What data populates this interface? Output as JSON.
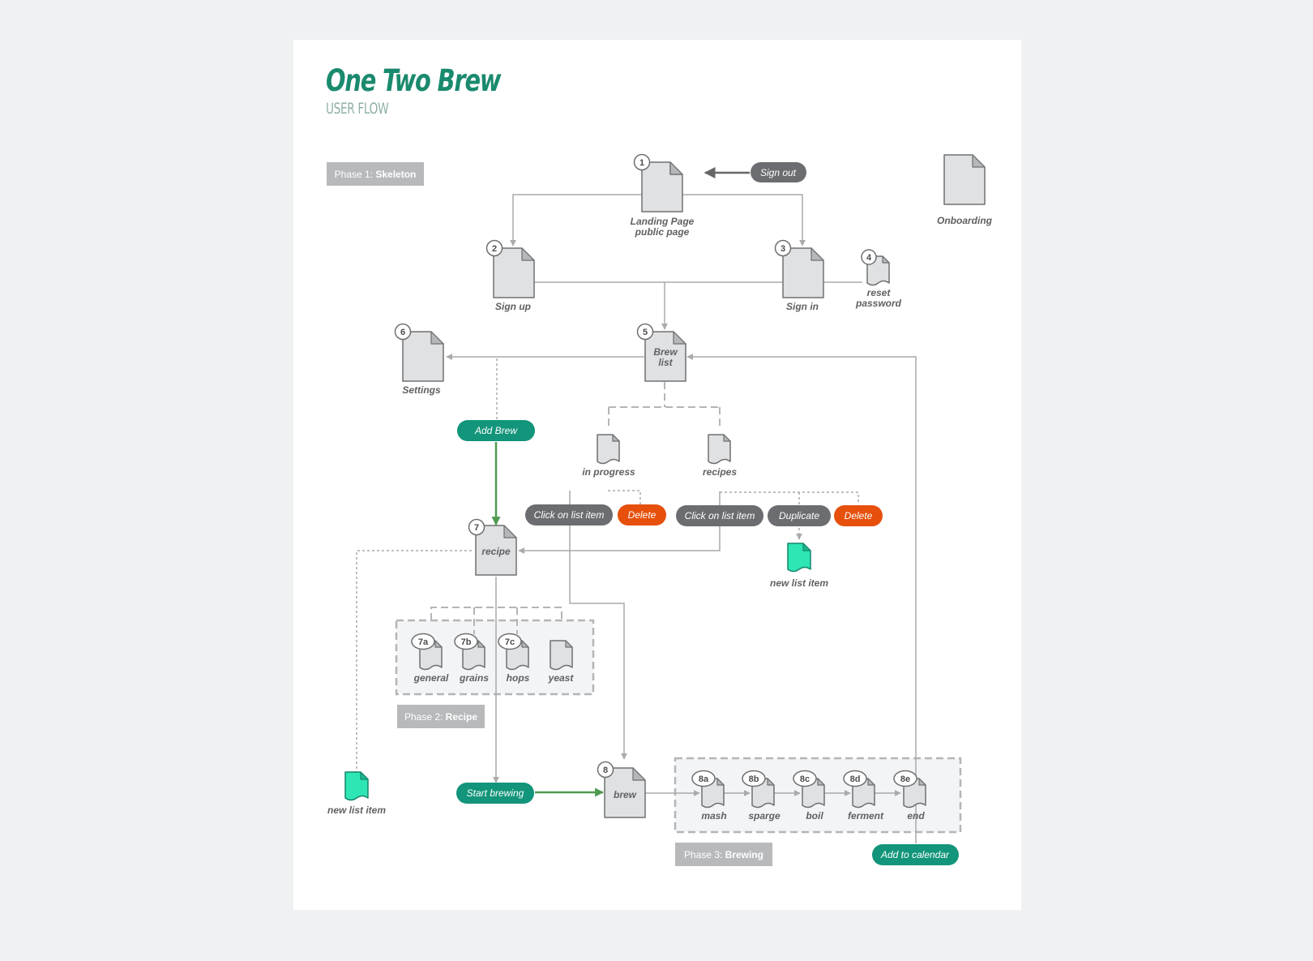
{
  "title": "One Two Brew",
  "subtitle": "USER FLOW",
  "colors": {
    "background": "#eff1f3",
    "sheet": "#ffffff",
    "accent": "#1a8a6e",
    "page": "#dfe1e3",
    "page_stroke": "#6e7072",
    "new_item": "#2ee6b4",
    "pill_green": "#12957a",
    "pill_gray": "#6b6d70",
    "pill_orange": "#e6500c",
    "phase": "#b7b9bb",
    "connector": "#aaaaaa",
    "flow": "#4f9a4f"
  },
  "phases": {
    "p1": {
      "prefix": "Phase 1: ",
      "name": "Skeleton"
    },
    "p2": {
      "prefix": "Phase 2: ",
      "name": "Recipe"
    },
    "p3": {
      "prefix": "Phase 3: ",
      "name": "Brewing"
    }
  },
  "pages": {
    "landing": {
      "num": "1",
      "label1": "Landing Page",
      "label2": "public page"
    },
    "onboarding": {
      "label": "Onboarding"
    },
    "signup": {
      "num": "2",
      "label": "Sign up"
    },
    "signin": {
      "num": "3",
      "label": "Sign in"
    },
    "reset": {
      "num": "4",
      "label1": "reset",
      "label2": "password"
    },
    "brewlist": {
      "num": "5",
      "label1": "Brew",
      "label2": "list"
    },
    "settings": {
      "num": "6",
      "label": "Settings"
    },
    "inprogress": {
      "label": "in progress"
    },
    "recipes": {
      "label": "recipes"
    },
    "recipe": {
      "num": "7",
      "label": "recipe"
    },
    "general": {
      "num": "7a",
      "label": "general"
    },
    "grains": {
      "num": "7b",
      "label": "grains"
    },
    "hops": {
      "num": "7c",
      "label": "hops"
    },
    "yeast": {
      "label": "yeast"
    },
    "brew": {
      "num": "8",
      "label": "brew"
    },
    "mash": {
      "num": "8a",
      "label": "mash"
    },
    "sparge": {
      "num": "8b",
      "label": "sparge"
    },
    "boil": {
      "num": "8c",
      "label": "boil"
    },
    "ferment": {
      "num": "8d",
      "label": "ferment"
    },
    "end": {
      "num": "8e",
      "label": "end"
    },
    "newitem1": {
      "label": "new list item"
    },
    "newitem2": {
      "label": "new list item"
    }
  },
  "actions": {
    "signout": "Sign out",
    "addbrew": "Add Brew",
    "click_ip": "Click on list item",
    "delete_ip": "Delete",
    "click_rc": "Click on list item",
    "duplicate": "Duplicate",
    "delete_rc": "Delete",
    "startbrewing": "Start brewing",
    "addcalendar": "Add to calendar"
  }
}
